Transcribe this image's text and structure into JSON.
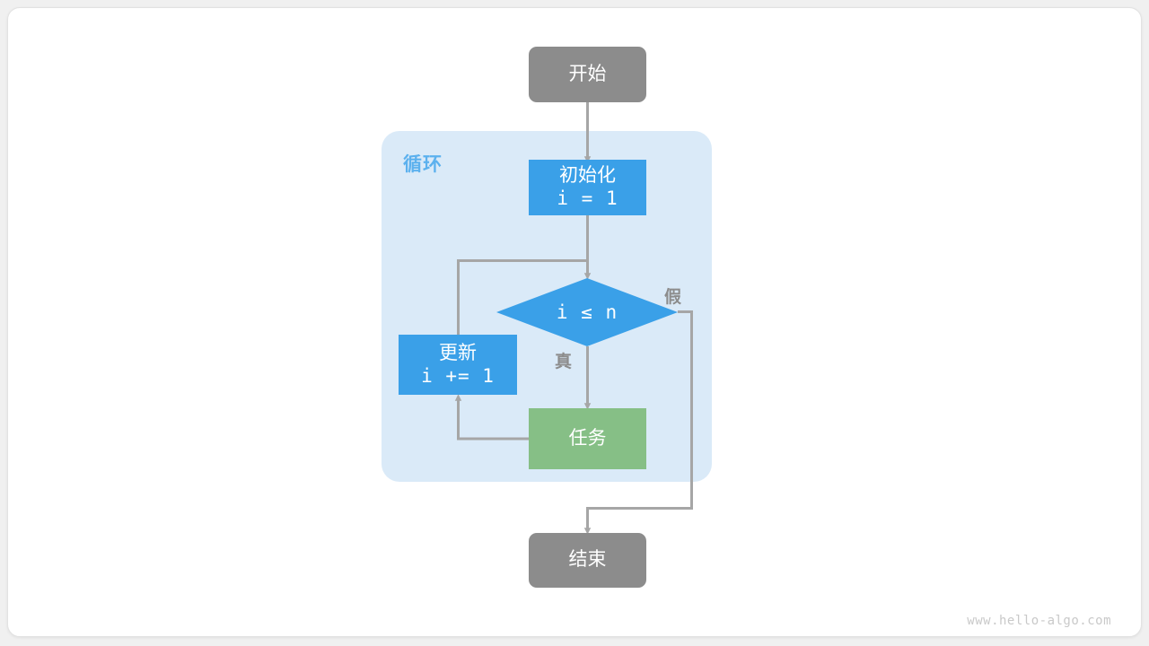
{
  "canvas": {
    "background_color": "#f0f0f0",
    "card_color": "#ffffff"
  },
  "watermark": {
    "text": "www.hello-algo.com"
  },
  "loop_group": {
    "label": "循环",
    "fill_color": "#daeaf8",
    "label_color": "#5cb1ee"
  },
  "nodes": {
    "start": {
      "label": "开始",
      "shape": "terminal",
      "color": "#8c8c8c"
    },
    "init": {
      "title": "初始化",
      "expression": "i = 1",
      "shape": "process",
      "color": "#3aa0e8"
    },
    "condition": {
      "expression": "i ≤ n",
      "shape": "decision",
      "color": "#3aa0e8"
    },
    "update": {
      "title": "更新",
      "expression": "i += 1",
      "shape": "process",
      "color": "#3aa0e8"
    },
    "task": {
      "label": "任务",
      "shape": "process",
      "color": "#86bf86"
    },
    "end": {
      "label": "结束",
      "shape": "terminal",
      "color": "#8c8c8c"
    }
  },
  "edges": {
    "true_label": "真",
    "false_label": "假",
    "line_color": "#a6a6a6"
  }
}
